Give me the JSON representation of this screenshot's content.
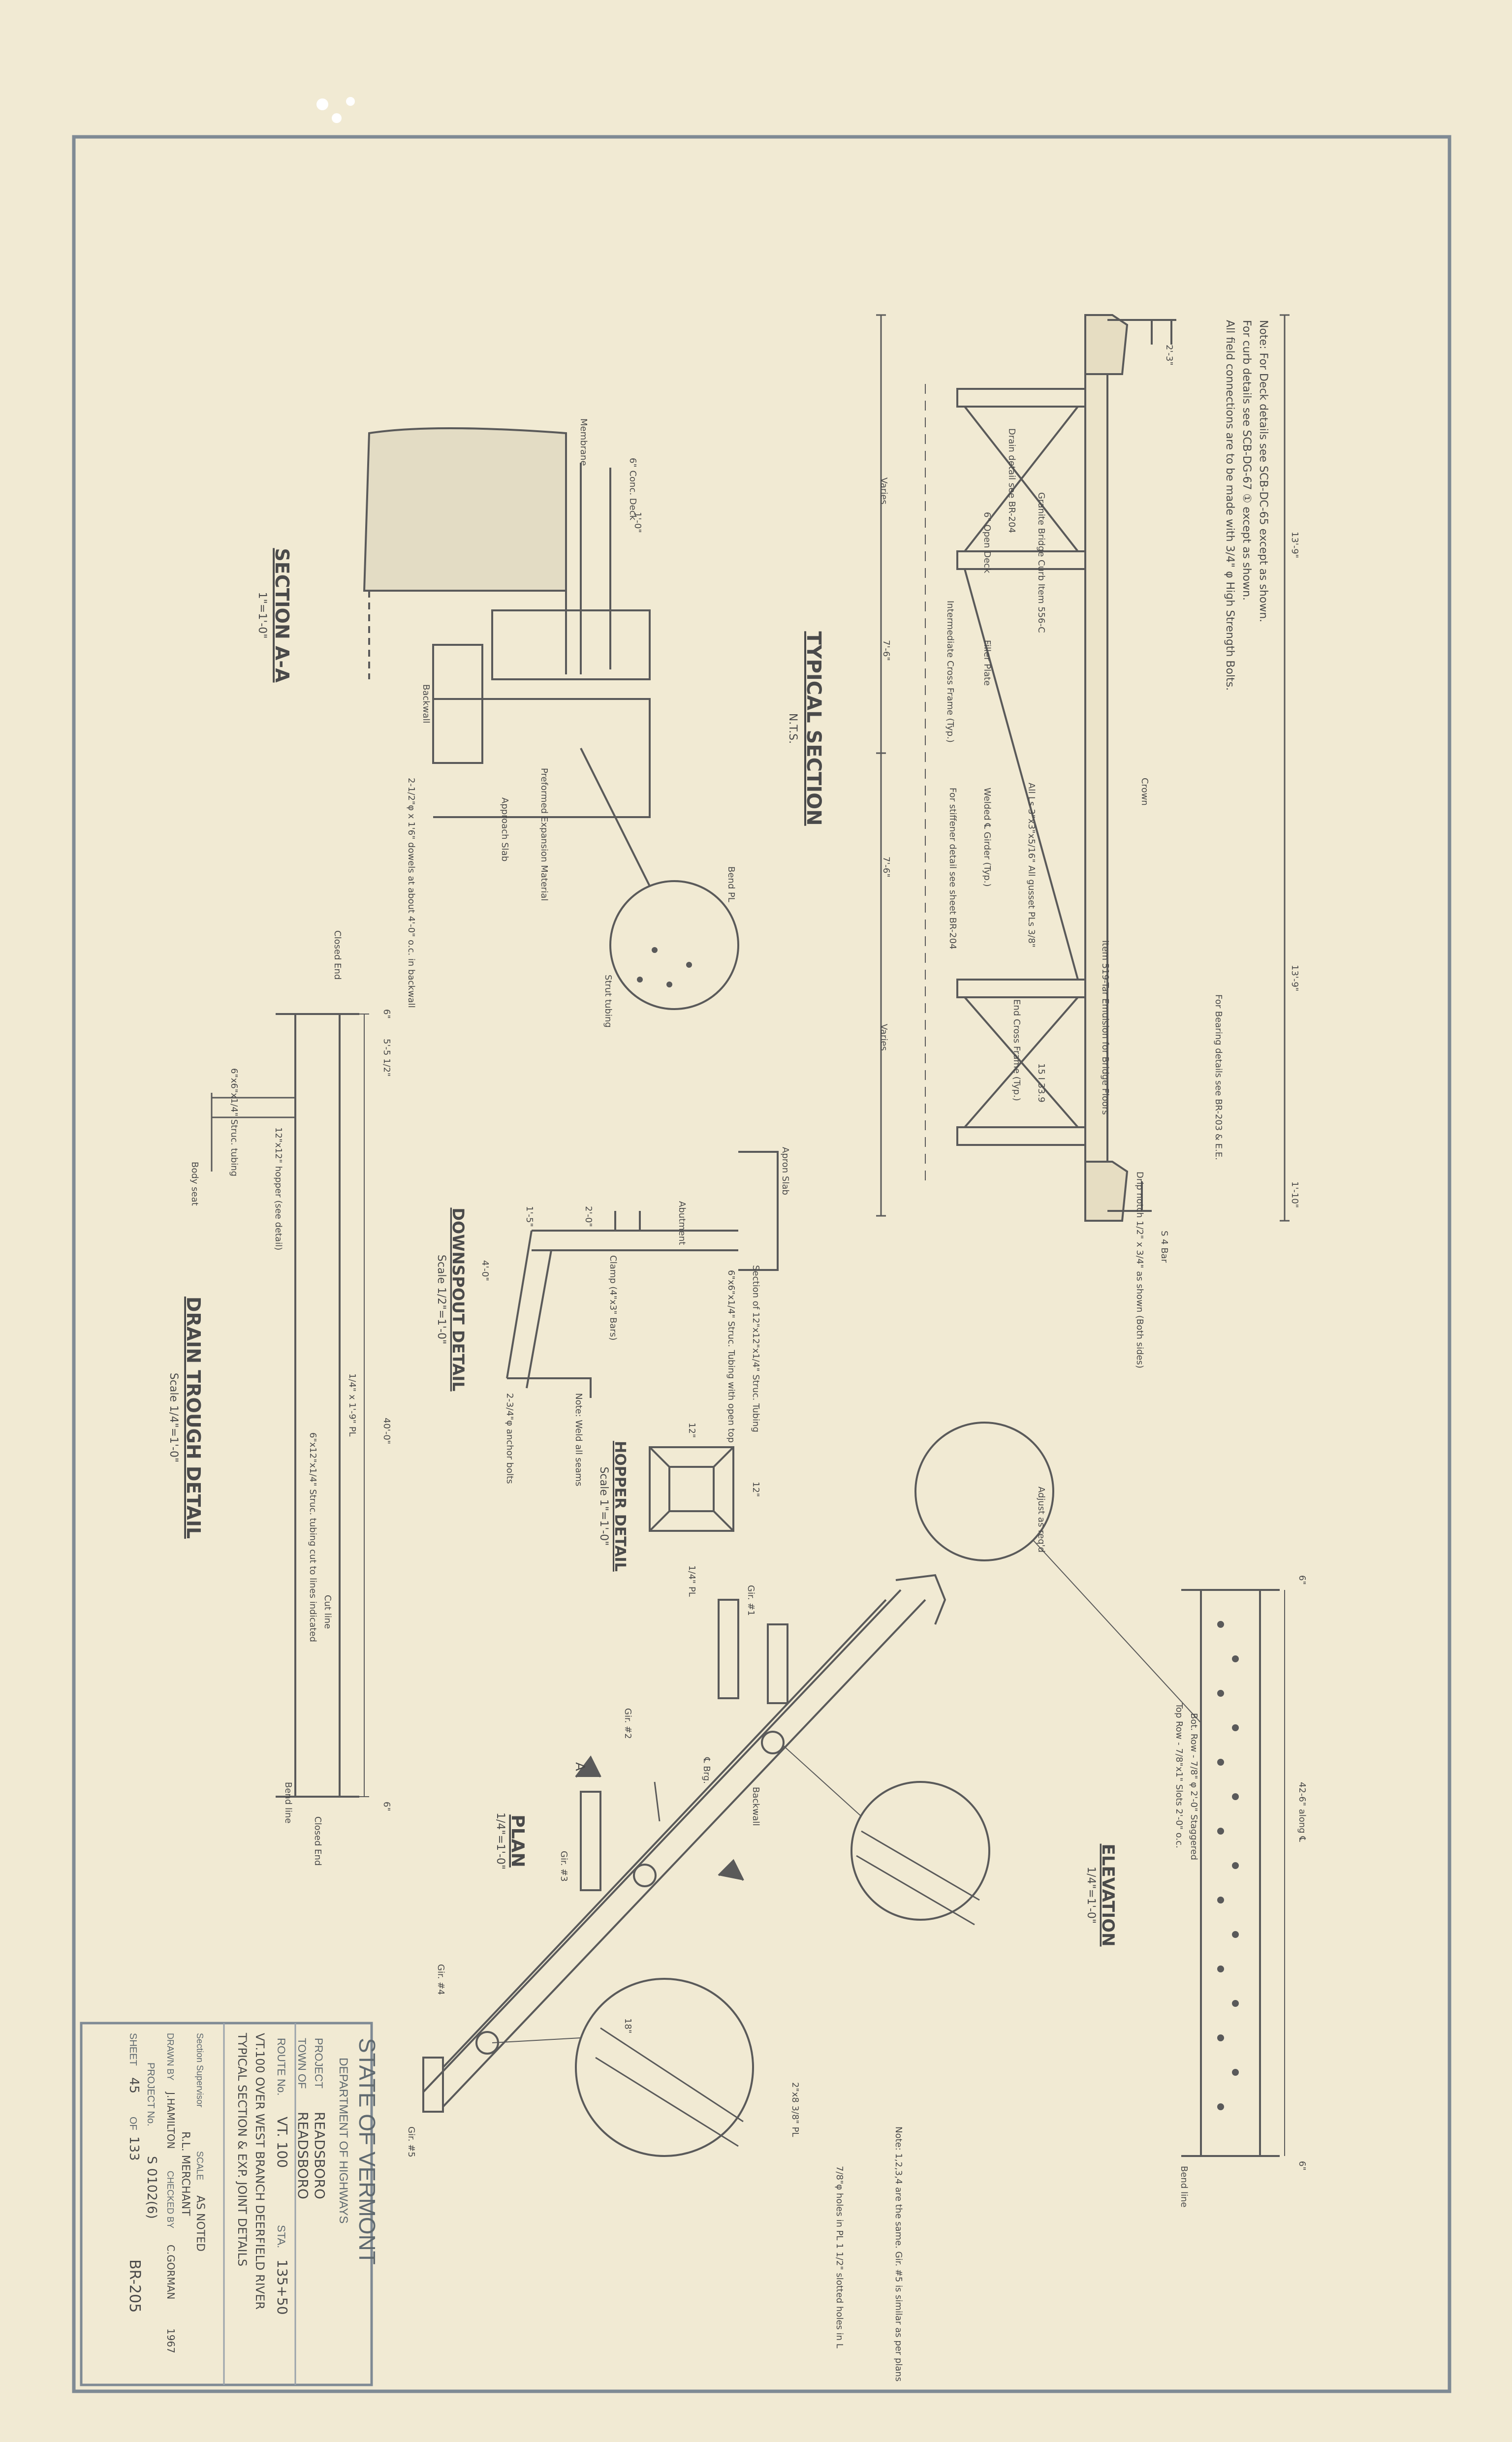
{
  "sheet_notes": {
    "general_line1": "Note: For Deck details see SCB-DC-65 except as shown.",
    "general_line2": "For curb details see SCB-DG-67 ① except as shown.",
    "general_line3": "All field connections are to be made with 3/4\" φ High Strength Bolts."
  },
  "typical_section": {
    "title": "TYPICAL SECTION",
    "scale": "N.T.S.",
    "labels": {
      "granite_curb": "Granite Bridge Curb Item 556-C",
      "drain_detail": "Drain detail see BR-204",
      "open_deck": "6\" Open Deck",
      "dimension_varies_left": "Varies",
      "dimension_varies_right": "Varies",
      "intermediate_cross_frame": "Intermediate Cross Frame (Typ.)",
      "welded_girder": "Welded ℄ Girder (Typ.)",
      "filler_plate": "Filler Plate",
      "all_ls_gussets": "All Ls 3\"x3\"x5/16\" All gusset PLs 3/8\"",
      "stiffener_detail": "For stiffener detail see sheet BR-204",
      "membrane": "Item 519-Tar Emulsion for Bridge Floors",
      "end_cross_frame": "End Cross Frame (Typ.)",
      "beam_size": "15 I 33.9",
      "bearing_note": "For Bearing details see BR-203 & E.E.",
      "drip_notch": "Drip notch 1/2\" x 3/4\" as shown (Both sides)",
      "s4_bar": "S 4 Bar",
      "crown": "Crown",
      "dim_13_9a": "13'-9\"",
      "dim_13_9b": "13'-9\"",
      "dim_7_6a": "7'-6\"",
      "dim_7_6b": "7'-6\"",
      "dim_1_10": "1'-10\"",
      "dim_2_3": "2'-3\""
    }
  },
  "section_aa": {
    "title": "SECTION A-A",
    "scale": "1\"=1'-0\"",
    "labels": {
      "conc_deck": "6\" Conc. Deck",
      "backwall": "Backwall",
      "membrane": "Membrane",
      "approach_slab": "Approach Slab",
      "strut_tubing": "Strut tubing",
      "sealant": "Preformed Expansion Material",
      "bend_pl": "Bend PL",
      "dim_1_0": "1'-0\"",
      "grout_note": "2-1/2\"φ x 1'6\" dowels at about 4'-0\" o.c. in backwall"
    }
  },
  "downspout_detail": {
    "title": "DOWNSPOUT DETAIL",
    "scale": "Scale 1/2\"=1'-0\"",
    "labels": {
      "abutment": "Abutment",
      "apron_slab": "Apron Slab",
      "section_tubing": "Section of 12\"x12\"x1/4\" Struc. Tubing",
      "strut_tubing_open": "6\"x6\"x1/4\" Struc. Tubing with open top",
      "clamp": "Clamp (4\"x3\" Bars)",
      "anchor_bolts": "2-3/4\"φ anchor bolts",
      "weld_note": "Note: Weld all seams",
      "dim_1_5": "1'-5\"",
      "dim_2_0": "2'-0\"",
      "dim_4_0": "4'-0\""
    }
  },
  "hopper_detail": {
    "title": "HOPPER DETAIL",
    "scale": "Scale 1\"=1'-0\"",
    "dim_top": "12\"",
    "dim_side": "12\"",
    "plate": "1/4\" PL"
  },
  "drain_trough_detail": {
    "title": "DRAIN TROUGH DETAIL",
    "scale": "Scale 1/4\"=1'-0\"",
    "labels": {
      "closed_end_top": "Closed End",
      "closed_end_bottom": "Closed End",
      "hopper": "12\"x12\" hopper (see detail)",
      "strut_tubing": "6\"x6\"x1/4\" Struc. tubing",
      "struc_tubing_cut": "6\"x12\"x1/4\" Struc. tubing cut to lines indicated",
      "body_seat": "Body seat",
      "trough_plate": "1/4\" x 1'-9\" PL",
      "cut_line": "Cut line",
      "bend_line": "Bend line",
      "dim_total": "40'-0\"",
      "dim_end": "5'-5 1/2\"",
      "dim_6a": "6\"",
      "dim_6b": "6\""
    }
  },
  "plan": {
    "title": "PLAN",
    "scale": "1/4\"=1'-0\"",
    "labels": {
      "section_mark": "A",
      "backwall": "Backwall",
      "brg": "℄ Brg.",
      "gir1": "Gir. #1",
      "gir2": "Gir. #2",
      "gir3": "Gir. #3",
      "gir4": "Gir. #4",
      "gir5": "Gir. #5",
      "detail_note": "Note: 1,2,3,4 are the same. Gir. #5 is similar as per plans",
      "holes_note": "7/8\"φ holes in PL 1 1/2\" slotted holes in L",
      "splice_pl": "2\"x8 3/8\" PL",
      "dim_18": "18\""
    }
  },
  "elevation": {
    "title": "ELEVATION",
    "scale": "1/4\"=1'-0\"",
    "labels": {
      "top_row": "Top Row - 7/8\"x1\" Slots 2'-0\" o.c.",
      "bot_row": "Bot. Row - 7/8\" φ 2'-0\" Staggered",
      "spacing": "42-6\" along ℄",
      "bend_line": "Bend line",
      "adjust": "Adjust as req'd",
      "dim_6a": "6\"",
      "dim_6b": "6\""
    }
  },
  "title_block": {
    "state": "STATE OF VERMONT",
    "department": "DEPARTMENT OF HIGHWAYS",
    "project_label": "PROJECT",
    "project_value": "READSBORO",
    "town_label": "TOWN OF",
    "town_value": "READSBORO",
    "route_label": "ROUTE No.",
    "route_value": "VT. 100",
    "sta_label": "STA.",
    "sta_value": "135+50",
    "description_line1": "VT.100 OVER WEST BRANCH DEERFIELD RIVER",
    "description_line2": "TYPICAL SECTION & EXP. JOINT DETAILS",
    "section_supervisor_label": "Section Supervisor",
    "scale_label": "SCALE",
    "scale_value": "AS NOTED",
    "supervisor_value": "R.L. MERCHANT",
    "drawn_label": "DRAWN BY",
    "drawn_value": "J.HAMILTON",
    "checked_label": "CHECKED BY",
    "checked_value": "C.GORMAN",
    "date_value": "1967",
    "project_no_label": "PROJECT No.",
    "project_no_value": "S 0102(6)",
    "sheet_label": "SHEET",
    "sheet_value": "45",
    "of_label": "OF",
    "of_value": "133",
    "drawing_no": "BR-205"
  }
}
